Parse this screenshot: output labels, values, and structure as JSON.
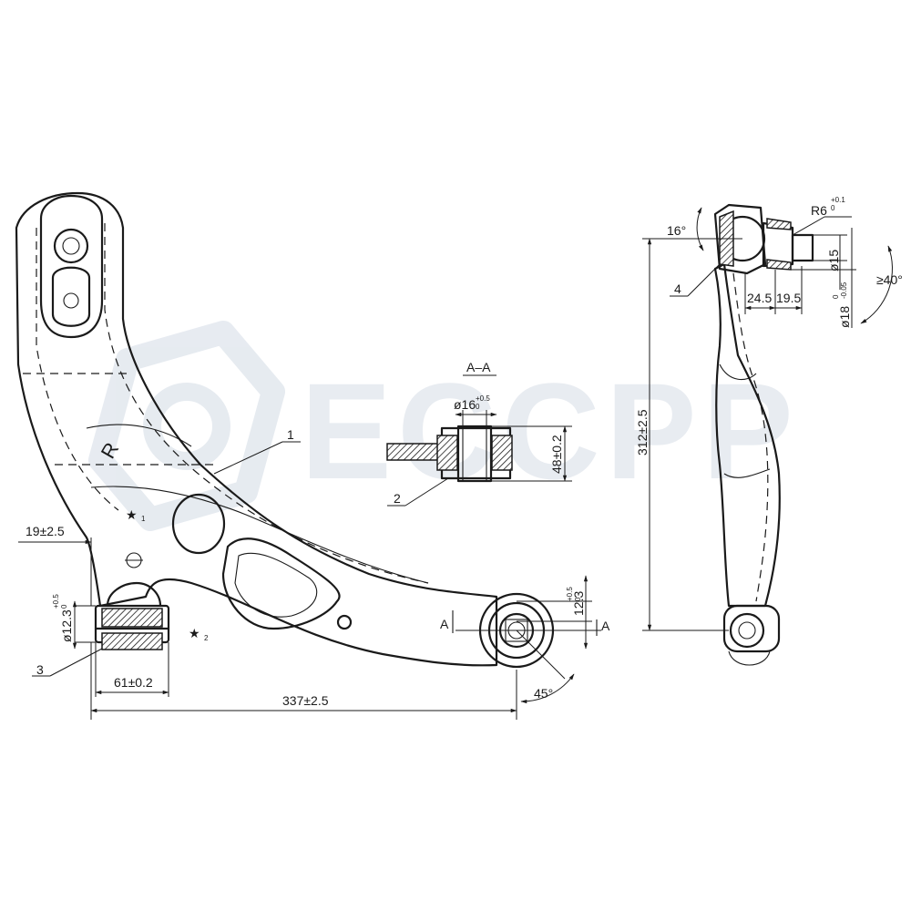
{
  "watermark": {
    "text": "ECCPP",
    "color": "#c9d3e0"
  },
  "section": {
    "title": "A–A",
    "dim_diameter": "ø16",
    "dim_diameter_tol": "+0.5\n0",
    "dim_width": "48±0.2"
  },
  "callouts": {
    "c1": "1",
    "c2": "2",
    "c3": "3",
    "c4": "4"
  },
  "front_view": {
    "side_mark": "R",
    "star1": "★",
    "star1_sub": "1",
    "star2": "★",
    "star2_sub": "2",
    "section_mark_left": "A",
    "section_mark_right": "A",
    "dim_offset": "19±2.5",
    "dim_bushing_dia": "ø12.3",
    "dim_bushing_tol": "+0.5\n0",
    "dim_bushing_width": "61±0.2",
    "dim_overall": "337±2.5",
    "dim_ball_height": "12.3",
    "dim_ball_tol": "+0.5\n0",
    "dim_angle": "45°"
  },
  "side_view": {
    "dim_angle_top": "16°",
    "dim_radius": "R6",
    "dim_radius_tol": "+0.1\n0",
    "dim_stud_dia": "ø15",
    "dim_taper_len": "24.5",
    "dim_stud_len": "19.5",
    "dim_base_dia": "ø18",
    "dim_base_tol": "0\n-0.05",
    "dim_cone_angle": "≥40°",
    "dim_height": "312±2.5"
  }
}
